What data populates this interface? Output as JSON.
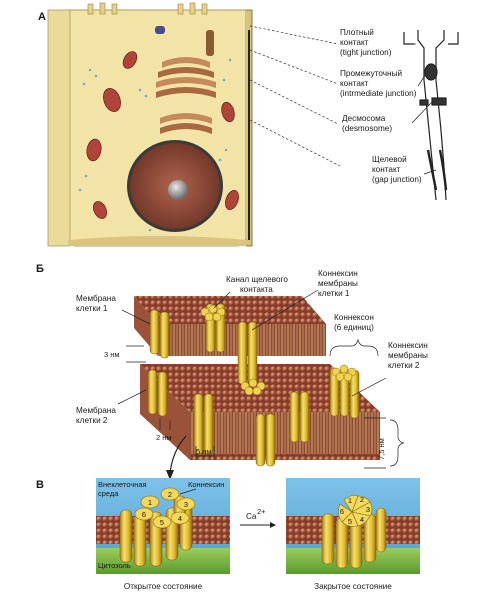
{
  "panel_a": {
    "letter": "А",
    "labels": {
      "tight": [
        "Плотный",
        "контакт",
        "(tight junction)"
      ],
      "intermediate": [
        "Промежуточный",
        "контакт",
        "(intrmediate junction)"
      ],
      "desmosome": [
        "Десмосома",
        "(desmosome)"
      ],
      "gap": [
        "Щелевой",
        "контакт",
        "(gap junction)"
      ]
    }
  },
  "panel_b": {
    "letter": "Б",
    "labels": {
      "membrane1": [
        "Мембрана",
        "клетки 1"
      ],
      "channel": [
        "Канал щелевого",
        "контакта"
      ],
      "connexin1": [
        "Коннексин",
        "мембраны",
        "клетки 1"
      ],
      "connexon": [
        "Коннексон",
        "(6 единиц)"
      ],
      "connexin2": [
        "Коннексин",
        "мембраны",
        "клетки 2"
      ],
      "membrane2": [
        "Мембрана",
        "клетки 2"
      ]
    },
    "dims": {
      "d3": "3 нм",
      "d2": "2 нм",
      "d5": "5 нм",
      "d75": "7,5 нм"
    }
  },
  "panel_c": {
    "letter": "В",
    "labels": {
      "extracellular": [
        "Внеклеточная",
        "среда"
      ],
      "connexin": "Коннексин",
      "cytosol": "Цитозоль",
      "open": "Открытое состояние",
      "closed": "Закрытое состояние",
      "ca_base": "Ca",
      "ca_sup": "2+"
    },
    "subunits_open": [
      "1",
      "2",
      "3",
      "4",
      "5",
      "6"
    ],
    "subunits_closed": [
      "1",
      "2",
      "3",
      "4",
      "5",
      "6"
    ]
  },
  "colors": {
    "cytoplasm": "#f2e4a6",
    "nucleus": "#8a4a3a",
    "mitochondria": "#b0443a",
    "membrane": "#8a4030",
    "connexin": "#e8c33a",
    "water": "#6ab0dc",
    "plant": "#7cb547"
  }
}
